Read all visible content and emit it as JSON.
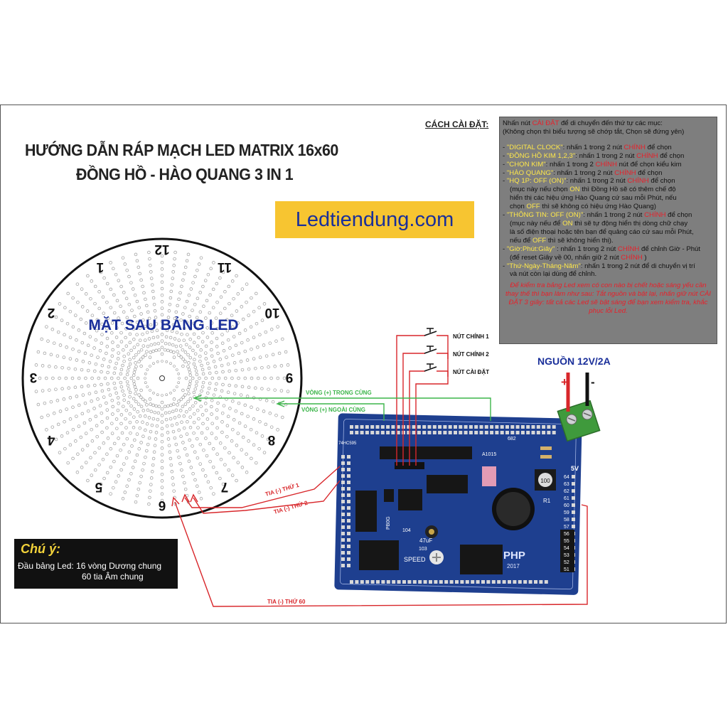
{
  "title_line1": "HƯỚNG DẪN RÁP MẠCH LED MATRIX 16x60",
  "title_line2": "ĐỒNG HỒ - HÀO QUANG 3 IN 1",
  "website": "Ledtiendung.com",
  "dial": {
    "label": "MẶT SAU BẢNG LED",
    "hours": [
      "12",
      "1",
      "2",
      "3",
      "4",
      "5",
      "6",
      "7",
      "8",
      "9",
      "10",
      "11"
    ]
  },
  "setup": {
    "heading": "CÁCH CÀI ĐẶT:",
    "intro1_a": "Nhấn nút ",
    "intro1_b": "CÀI ĐẶT",
    "intro1_c": " để di chuyển đến thứ tự các mục:",
    "intro2": "(Không chọn thì biểu tượng sẽ chớp tắt, Chọn sẽ đứng yên)",
    "items": [
      {
        "a": "- ",
        "b": "\"DIGITAL CLOCK\"",
        "c": ": nhấn 1 trong 2 nút ",
        "d": "CHÍNH",
        "e": " để chọn"
      },
      {
        "a": "- ",
        "b": "\"ĐỒNG HỒ KIM 1,2,3\"",
        "c": ": nhấn 1 trong 2 nút ",
        "d": "CHÍNH",
        "e": " để chọn"
      },
      {
        "a": "- ",
        "b": "\"CHỌN KIM\"",
        "c": ": nhấn 1 trong 2 ",
        "d": "CHÍNH",
        "e": " nút để chọn kiểu kim"
      },
      {
        "a": "- ",
        "b": "\"HÀO QUANG\"",
        "c": ": nhấn 1 trong 2 nút ",
        "d": "CHÍNH",
        "e": " để chọn"
      },
      {
        "a": "- ",
        "b": "\"HQ 1P: OFF (ON)\"",
        "c": ": nhấn 1 trong 2 nút ",
        "d": "CHÍNH",
        "e": " để chọn"
      }
    ],
    "hq1": [
      "(mục này nếu chọn ",
      "ON",
      " thì Đồng Hồ sẽ có thêm chế độ"
    ],
    "hq2": "hiển thị các hiệu ứng Hào Quang cứ sau mỗi Phút, nếu",
    "hq3": [
      "chọn ",
      "OFF",
      " thì sẽ không có hiệu ứng Hào Quang)"
    ],
    "info": [
      "- ",
      "\"THÔNG TIN: OFF (ON)\"",
      ": nhấn 1 trong 2 nút ",
      "CHÍNH",
      " để chọn"
    ],
    "info1": [
      "(mục này nếu để ",
      "ON",
      " thì sẽ tự động hiển thị dòng chữ chạy"
    ],
    "info2": "là số điện thoại hoặc tên bạn để quảng cáo cứ sau mỗi Phút,",
    "info3": [
      "nếu để ",
      "OFF",
      " thì sẽ không hiển thị)."
    ],
    "time": [
      "- ",
      "\"Giờ:Phút:Giây\"",
      " : nhấn 1 trong 2 nút ",
      "CHÍNH",
      " để chỉnh Giờ - Phút"
    ],
    "time1": [
      "(để reset Giây về 00, nhấn giữ 2 nút ",
      "CHÍNH",
      " )"
    ],
    "date": [
      "- ",
      "\"Thứ-Ngày-Tháng-Năm\"",
      ": nhấn 1 trong 2 nút để di chuyển vị trí"
    ],
    "date1": "và nút còn lại dùng để chỉnh.",
    "note": "Để kiểm tra bảng Led xem có con nào bị chết hoặc sáng yếu cần thay thế thì bạn làm như sau: Tắt nguồn và bật lại, nhấn giữ nút CÀI ĐẶT 3 giây: tất cả các Led sẽ bật sáng để bạn xem kiểm tra, khắc phục lỗi Led."
  },
  "buttons": [
    "NÚT CHÍNH 1",
    "NÚT CHÍNH 2",
    "NÚT CÀI ĐẶT"
  ],
  "power": {
    "label": "NGUỒN 12V/2A",
    "plus": "+",
    "minus": "-"
  },
  "wires": {
    "inner_ring": "VÒNG (+) TRONG CÙNG",
    "outer_ring": "VÒNG (+) NGOÀI CÙNG",
    "ray1": "TIA (-) THỨ 1",
    "ray2": "TIA (-) THỨ 2",
    "ray60": "TIA (-) THỨ 60"
  },
  "board": {
    "brand": "PHP",
    "year": "2017",
    "speed": "SPEED",
    "cap": "47uF",
    "pins_right": [
      "64",
      "63",
      "62",
      "61",
      "60",
      "59",
      "58",
      "57",
      "56",
      "55",
      "54",
      "53",
      "52",
      "51"
    ],
    "volt": "5V",
    "r": "R1",
    "code100": "100",
    "code103": "103",
    "code104": "104",
    "ic_label": "PB0G",
    "code682": "682",
    "codeA1015": "A1015",
    "ic2": "74HC595"
  },
  "notice": {
    "title": "Chú ý:",
    "line1": "Đầu bảng Led: 16 vòng Dương chung",
    "line2": "60 tia Âm chung"
  },
  "colors": {
    "board_blue": "#1e3f8f",
    "wire_red": "#d8262a",
    "wire_green": "#3cb54a",
    "title_blue": "#1a2f9a",
    "banner": "#f7c531",
    "terminal_green": "#3f9a3c"
  }
}
